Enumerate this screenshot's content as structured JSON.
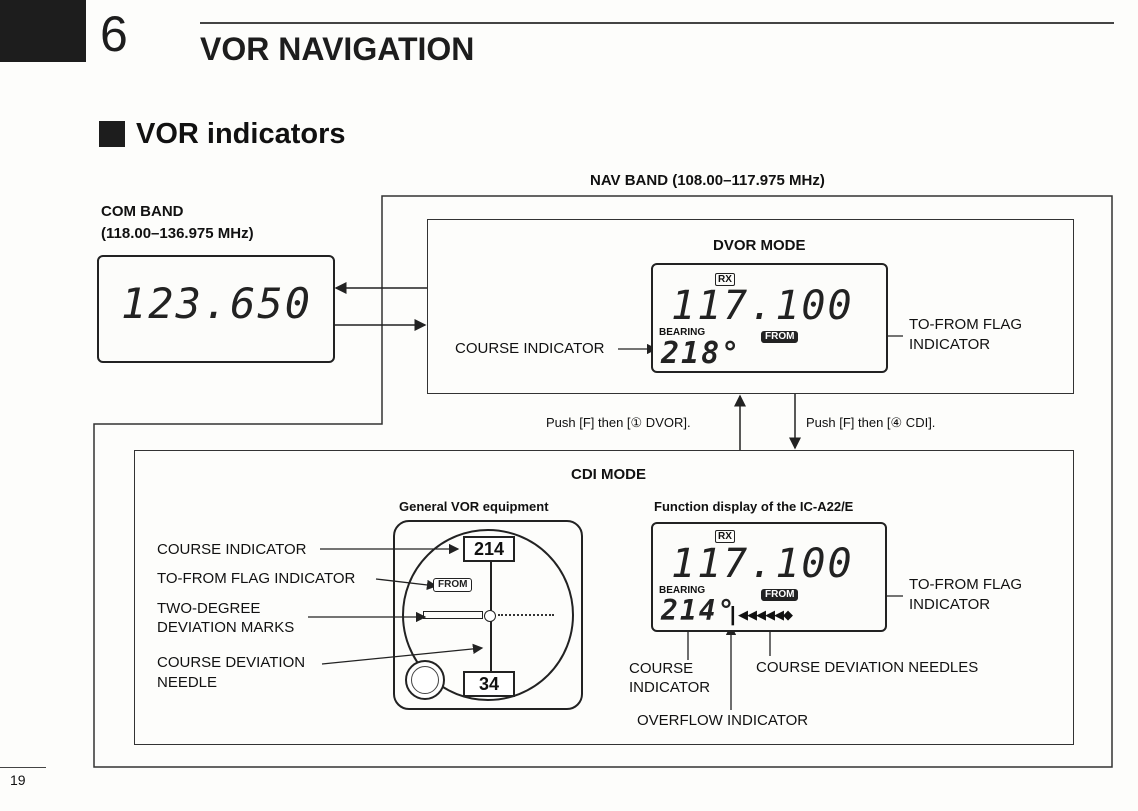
{
  "chapter": {
    "number": "6",
    "title": "VOR NAVIGATION"
  },
  "section": {
    "title": "VOR indicators"
  },
  "nav_band": {
    "label": "NAV BAND (108.00–117.975 MHz)"
  },
  "com_band": {
    "label_line1": "COM BAND",
    "label_line2": "(118.00–136.975 MHz)",
    "display": "123.650"
  },
  "dvor": {
    "title": "DVOR MODE",
    "rx": "RX",
    "freq": "117.100",
    "bearing_label": "BEARING",
    "bearing": "218°",
    "flag": "FROM",
    "course_indicator_label": "COURSE INDICATOR",
    "flag_label_line1": "TO-FROM FLAG",
    "flag_label_line2": "INDICATOR"
  },
  "transitions": {
    "to_dvor": "Push [F] then [① DVOR].",
    "to_cdi": "Push [F] then [④ CDI]."
  },
  "cdi": {
    "title": "CDI MODE",
    "general_title": "General VOR equipment",
    "function_title": "Function display of the IC-A22/E",
    "vor_course_top": "214",
    "vor_course_bottom": "34",
    "vor_flag": "FROM",
    "labels": {
      "course_indicator": "COURSE INDICATOR",
      "to_from_flag": "TO-FROM FLAG INDICATOR",
      "two_degree_1": "TWO-DEGREE",
      "two_degree_2": "DEVIATION MARKS",
      "course_dev_1": "COURSE DEVIATION",
      "course_dev_2": "NEEDLE"
    },
    "lcd": {
      "rx": "RX",
      "freq": "117.100",
      "bearing_label": "BEARING",
      "bearing": "214°",
      "flag": "FROM",
      "needles": "◀◀◀◀◀◆",
      "overflow_mark": "|"
    },
    "right_labels": {
      "flag_line1": "TO-FROM FLAG",
      "flag_line2": "INDICATOR",
      "course_line1": "COURSE",
      "course_line2": "INDICATOR",
      "needles": "COURSE DEVIATION NEEDLES",
      "overflow": "OVERFLOW INDICATOR"
    }
  },
  "page_number": "19"
}
